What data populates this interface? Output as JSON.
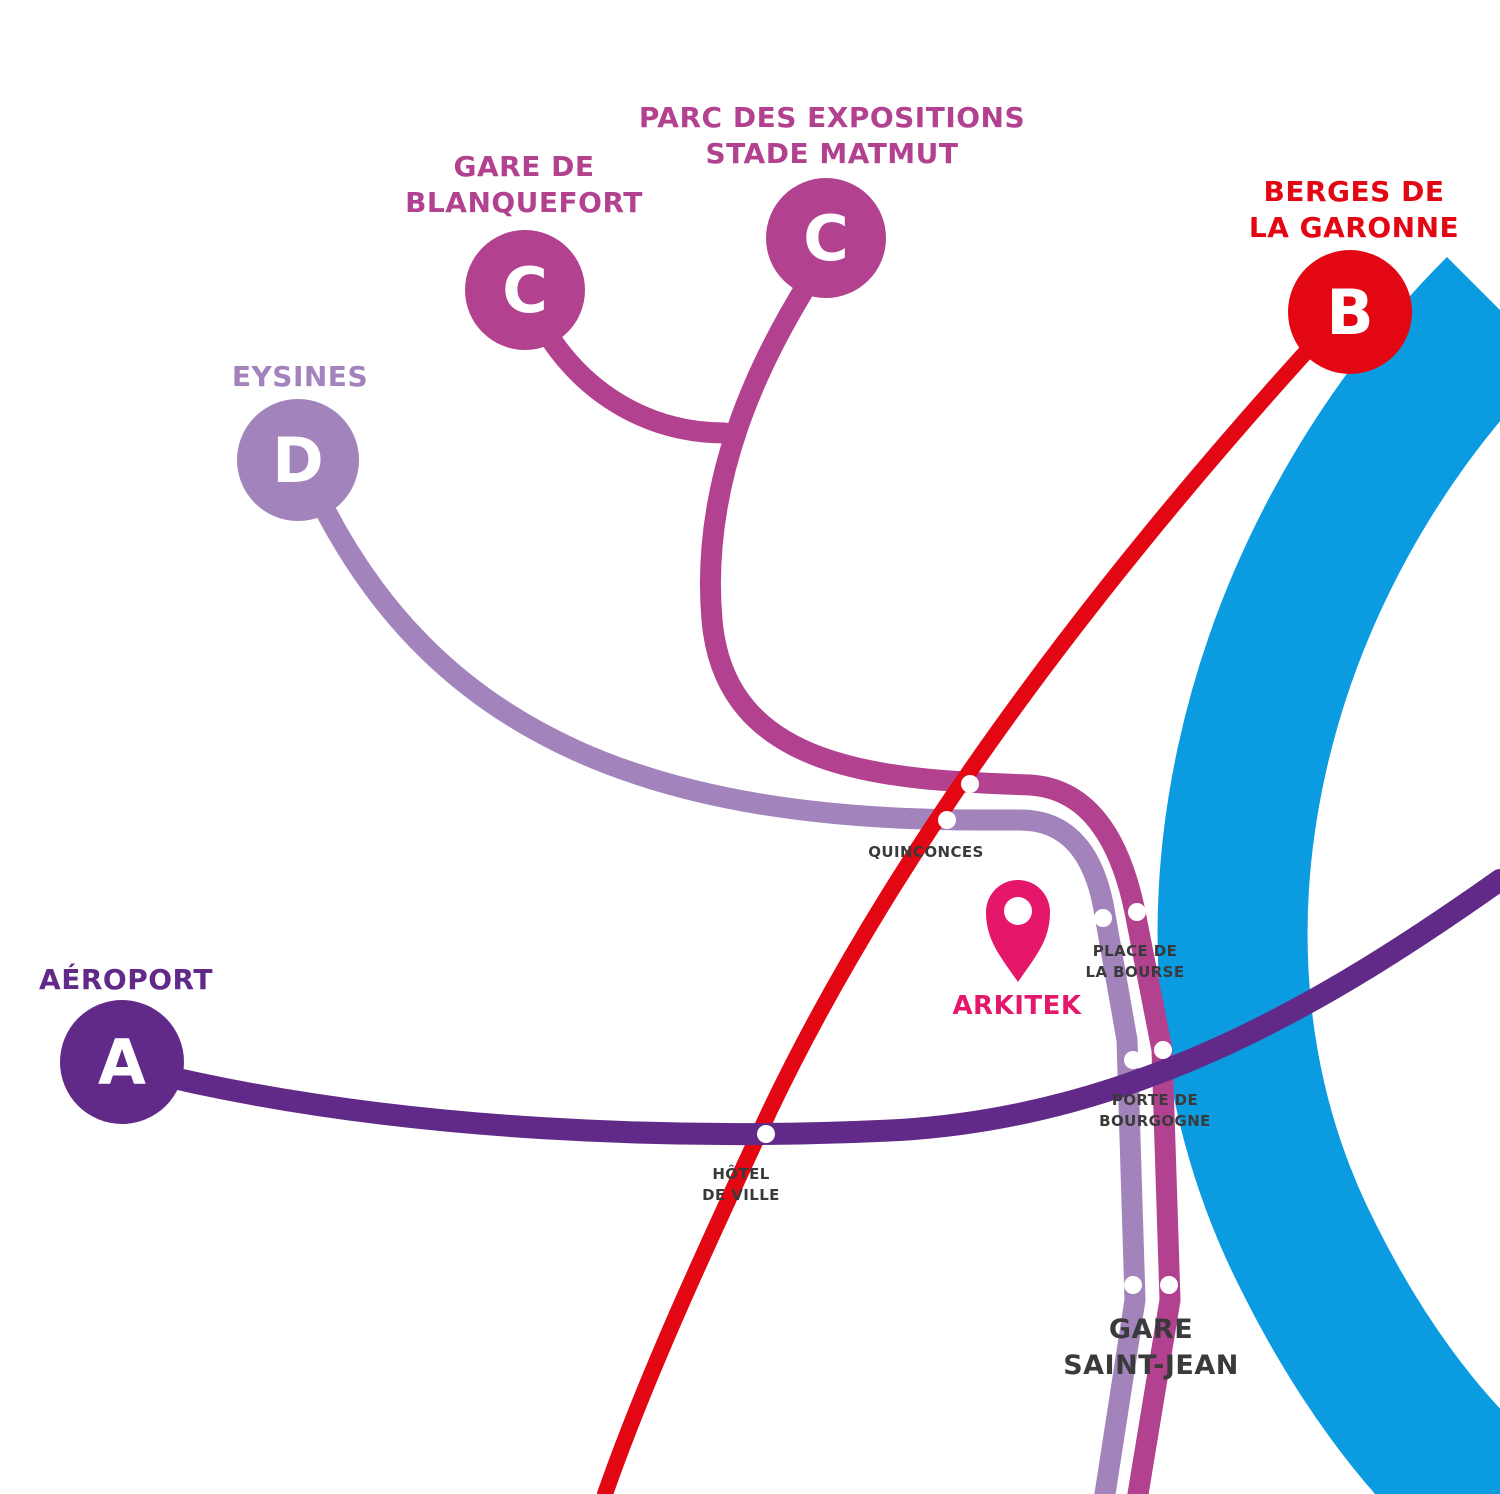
{
  "colors": {
    "river": "#0a9be0",
    "line_a": "#622a88",
    "line_b": "#e30613",
    "line_c": "#b2428f",
    "line_d": "#a283bc",
    "marker": "#e5176a",
    "station_text": "#3a3a3a"
  },
  "lines": {
    "a": {
      "letter": "A",
      "terminus": "AÉROPORT"
    },
    "b": {
      "letter": "B",
      "terminus_line1": "BERGES DE",
      "terminus_line2": "LA GARONNE"
    },
    "c1": {
      "letter": "C",
      "terminus_line1": "GARE DE",
      "terminus_line2": "BLANQUEFORT"
    },
    "c2": {
      "letter": "C",
      "terminus_line1": "PARC DES EXPOSITIONS",
      "terminus_line2": "STADE MATMUT"
    },
    "d": {
      "letter": "D",
      "terminus": "EYSINES"
    }
  },
  "stations": {
    "quinconces": "QUINCONCES",
    "place_bourse_1": "PLACE DE",
    "place_bourse_2": "LA BOURSE",
    "porte_bourgogne_1": "PORTE DE",
    "porte_bourgogne_2": "BOURGOGNE",
    "hotel_ville_1": "HÔTEL",
    "hotel_ville_2": "DE VILLE",
    "gare_1": "GARE",
    "gare_2": "SAINT-JEAN"
  },
  "marker": {
    "label": "ARKITEK",
    "icon": "map-pin-icon"
  }
}
